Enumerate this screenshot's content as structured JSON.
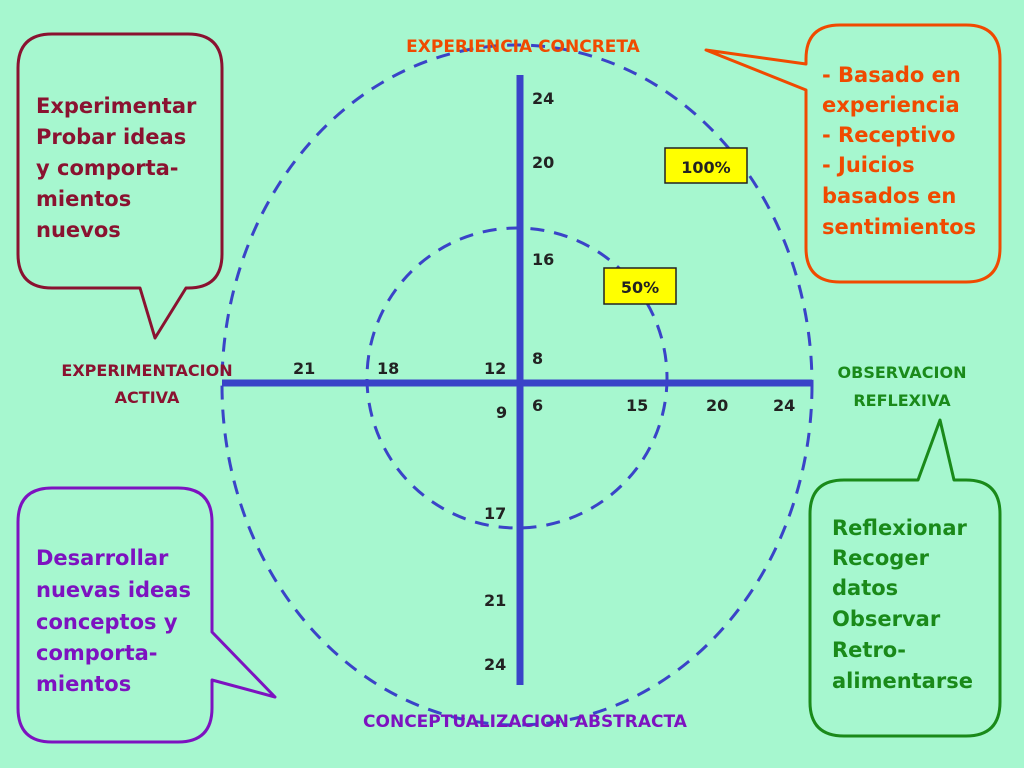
{
  "colors": {
    "background": "#a6f7cf",
    "axis": "#3a43c8",
    "circle": "#3a43c8",
    "experiencia": "#f04a00",
    "experimentacion": "#8a1230",
    "conceptualizacion": "#7d12c0",
    "observacion": "#1a8a1a",
    "badge": "#ffff00"
  },
  "axes": {
    "top": "EXPERIENCIA CONCRETA",
    "bottom": "CONCEPTUALIZACION ABSTRACTA",
    "left": [
      "EXPERIMENTACION",
      "ACTIVA"
    ],
    "right": [
      "OBSERVACION",
      "REFLEXIVA"
    ]
  },
  "rings": [
    {
      "label": "50%"
    },
    {
      "label": "100%"
    }
  ],
  "ticks": {
    "up": [
      "24",
      "20",
      "16",
      "8"
    ],
    "down": [
      "9",
      "17",
      "21",
      "24"
    ],
    "left": [
      "21",
      "18",
      "12"
    ],
    "right": [
      "6",
      "15",
      "20",
      "24"
    ]
  },
  "bubbles": {
    "experimentacion": [
      "Experimentar",
      "Probar ideas",
      "y comporta-",
      "mientos",
      "nuevos"
    ],
    "experiencia": [
      "- Basado en",
      "experiencia",
      "- Receptivo",
      "- Juicios",
      "basados en",
      "sentimientos"
    ],
    "conceptualizacion": [
      "Desarrollar",
      "nuevas ideas",
      "conceptos y",
      "comporta-",
      "mientos"
    ],
    "observacion": [
      "Reflexionar",
      "Recoger",
      "datos",
      "Observar",
      "Retro-",
      "alimentarse"
    ]
  }
}
